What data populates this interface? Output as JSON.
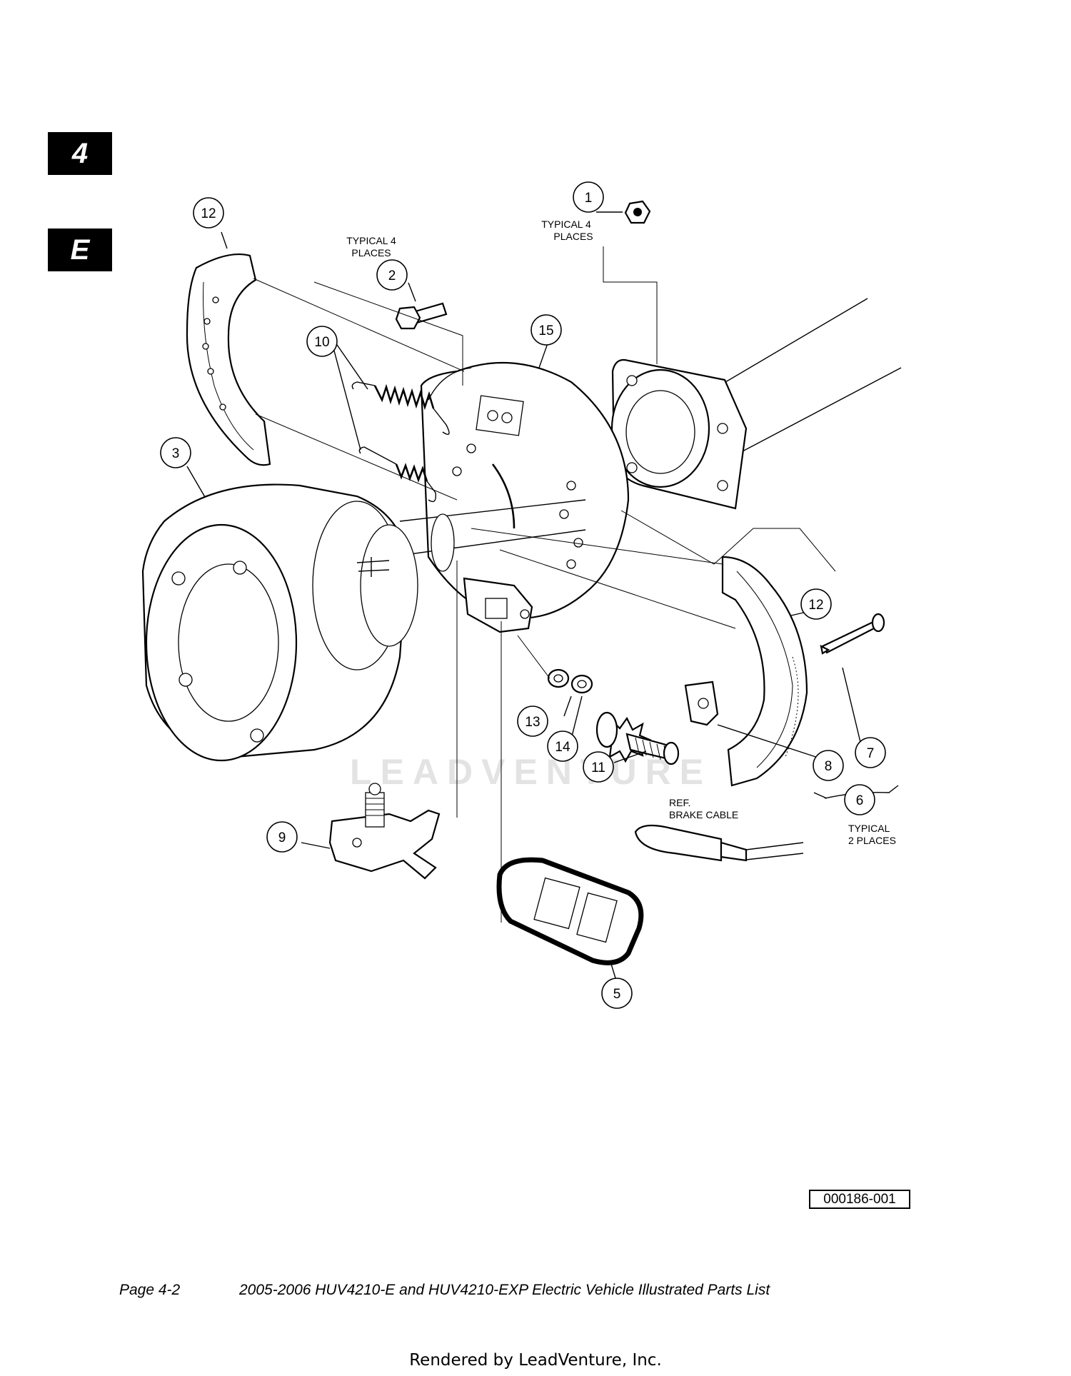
{
  "page": {
    "chapter_tab": "4",
    "section_tab": "E",
    "figure_id": "000186-001",
    "footer_page": "Page 4-2",
    "footer_title": "2005-2006 HUV4210-E and HUV4210-EXP Electric Vehicle Illustrated Parts List",
    "watermark": "LEADVENTURE",
    "rendered_by": "Rendered by LeadVenture, Inc."
  },
  "callouts": [
    {
      "id": "callout-1",
      "label": "1"
    },
    {
      "id": "callout-2",
      "label": "2"
    },
    {
      "id": "callout-3",
      "label": "3"
    },
    {
      "id": "callout-5",
      "label": "5"
    },
    {
      "id": "callout-6",
      "label": "6"
    },
    {
      "id": "callout-7",
      "label": "7"
    },
    {
      "id": "callout-8",
      "label": "8"
    },
    {
      "id": "callout-9",
      "label": "9"
    },
    {
      "id": "callout-10",
      "label": "10"
    },
    {
      "id": "callout-11",
      "label": "11"
    },
    {
      "id": "callout-12a",
      "label": "12"
    },
    {
      "id": "callout-12b",
      "label": "12"
    },
    {
      "id": "callout-13",
      "label": "13"
    },
    {
      "id": "callout-14",
      "label": "14"
    },
    {
      "id": "callout-15",
      "label": "15"
    }
  ],
  "notes": {
    "bolt_typical_line1": "TYPICAL 4",
    "bolt_typical_line2": "PLACES",
    "nut_typical_line1": "TYPICAL 4",
    "nut_typical_line2": "PLACES",
    "cable_ref_line1": "REF.",
    "cable_ref_line2": "BRAKE CABLE",
    "pin_typical_line1": "TYPICAL",
    "pin_typical_line2": "2 PLACES"
  }
}
